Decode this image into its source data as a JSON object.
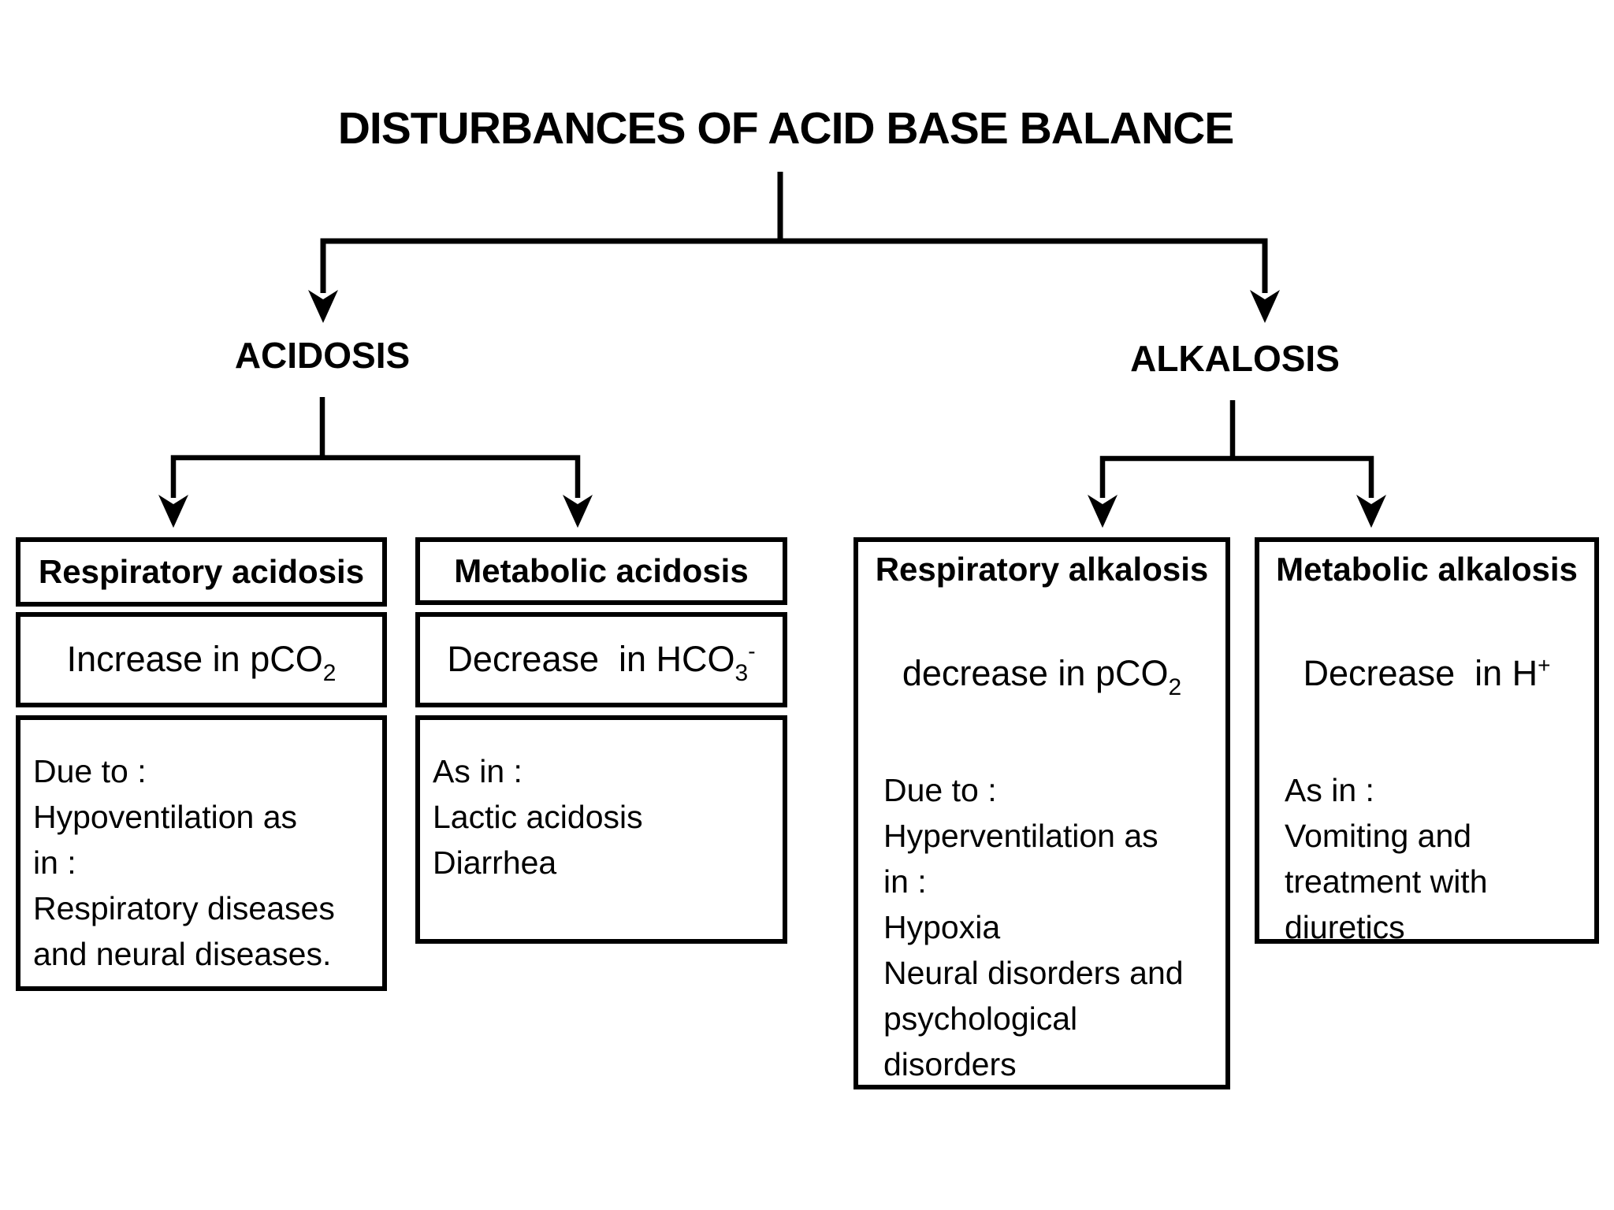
{
  "title": "DISTURBANCES OF ACID BASE BALANCE",
  "branches": {
    "left": "ACIDOSIS",
    "right": "ALKALOSIS"
  },
  "boxes": [
    {
      "header": "Respiratory acidosis",
      "formula": {
        "base": "Increase in pCO",
        "sub": "2",
        "sup": ""
      },
      "body": "Due to :\nHypoventilation as\nin :\nRespiratory diseases\nand neural diseases."
    },
    {
      "header": "Metabolic acidosis",
      "formula": {
        "base": "Decrease  in HCO",
        "sub": "3",
        "sup": "-"
      },
      "body": "As in :\nLactic acidosis\nDiarrhea"
    },
    {
      "header": "Respiratory alkalosis",
      "formula": {
        "base": "decrease in pCO",
        "sub": "2",
        "sup": ""
      },
      "body": "Due to :\nHyperventilation as\nin :\nHypoxia\nNeural disorders and\npsychological\ndisorders"
    },
    {
      "header": "Metabolic alkalosis",
      "formula": {
        "base": "Decrease  in H",
        "sub": "",
        "sup": "+"
      },
      "body": "As in :\nVomiting and\ntreatment with\ndiuretics"
    }
  ],
  "colors": {
    "line": "#000000",
    "background": "#ffffff",
    "text": "#000000"
  }
}
